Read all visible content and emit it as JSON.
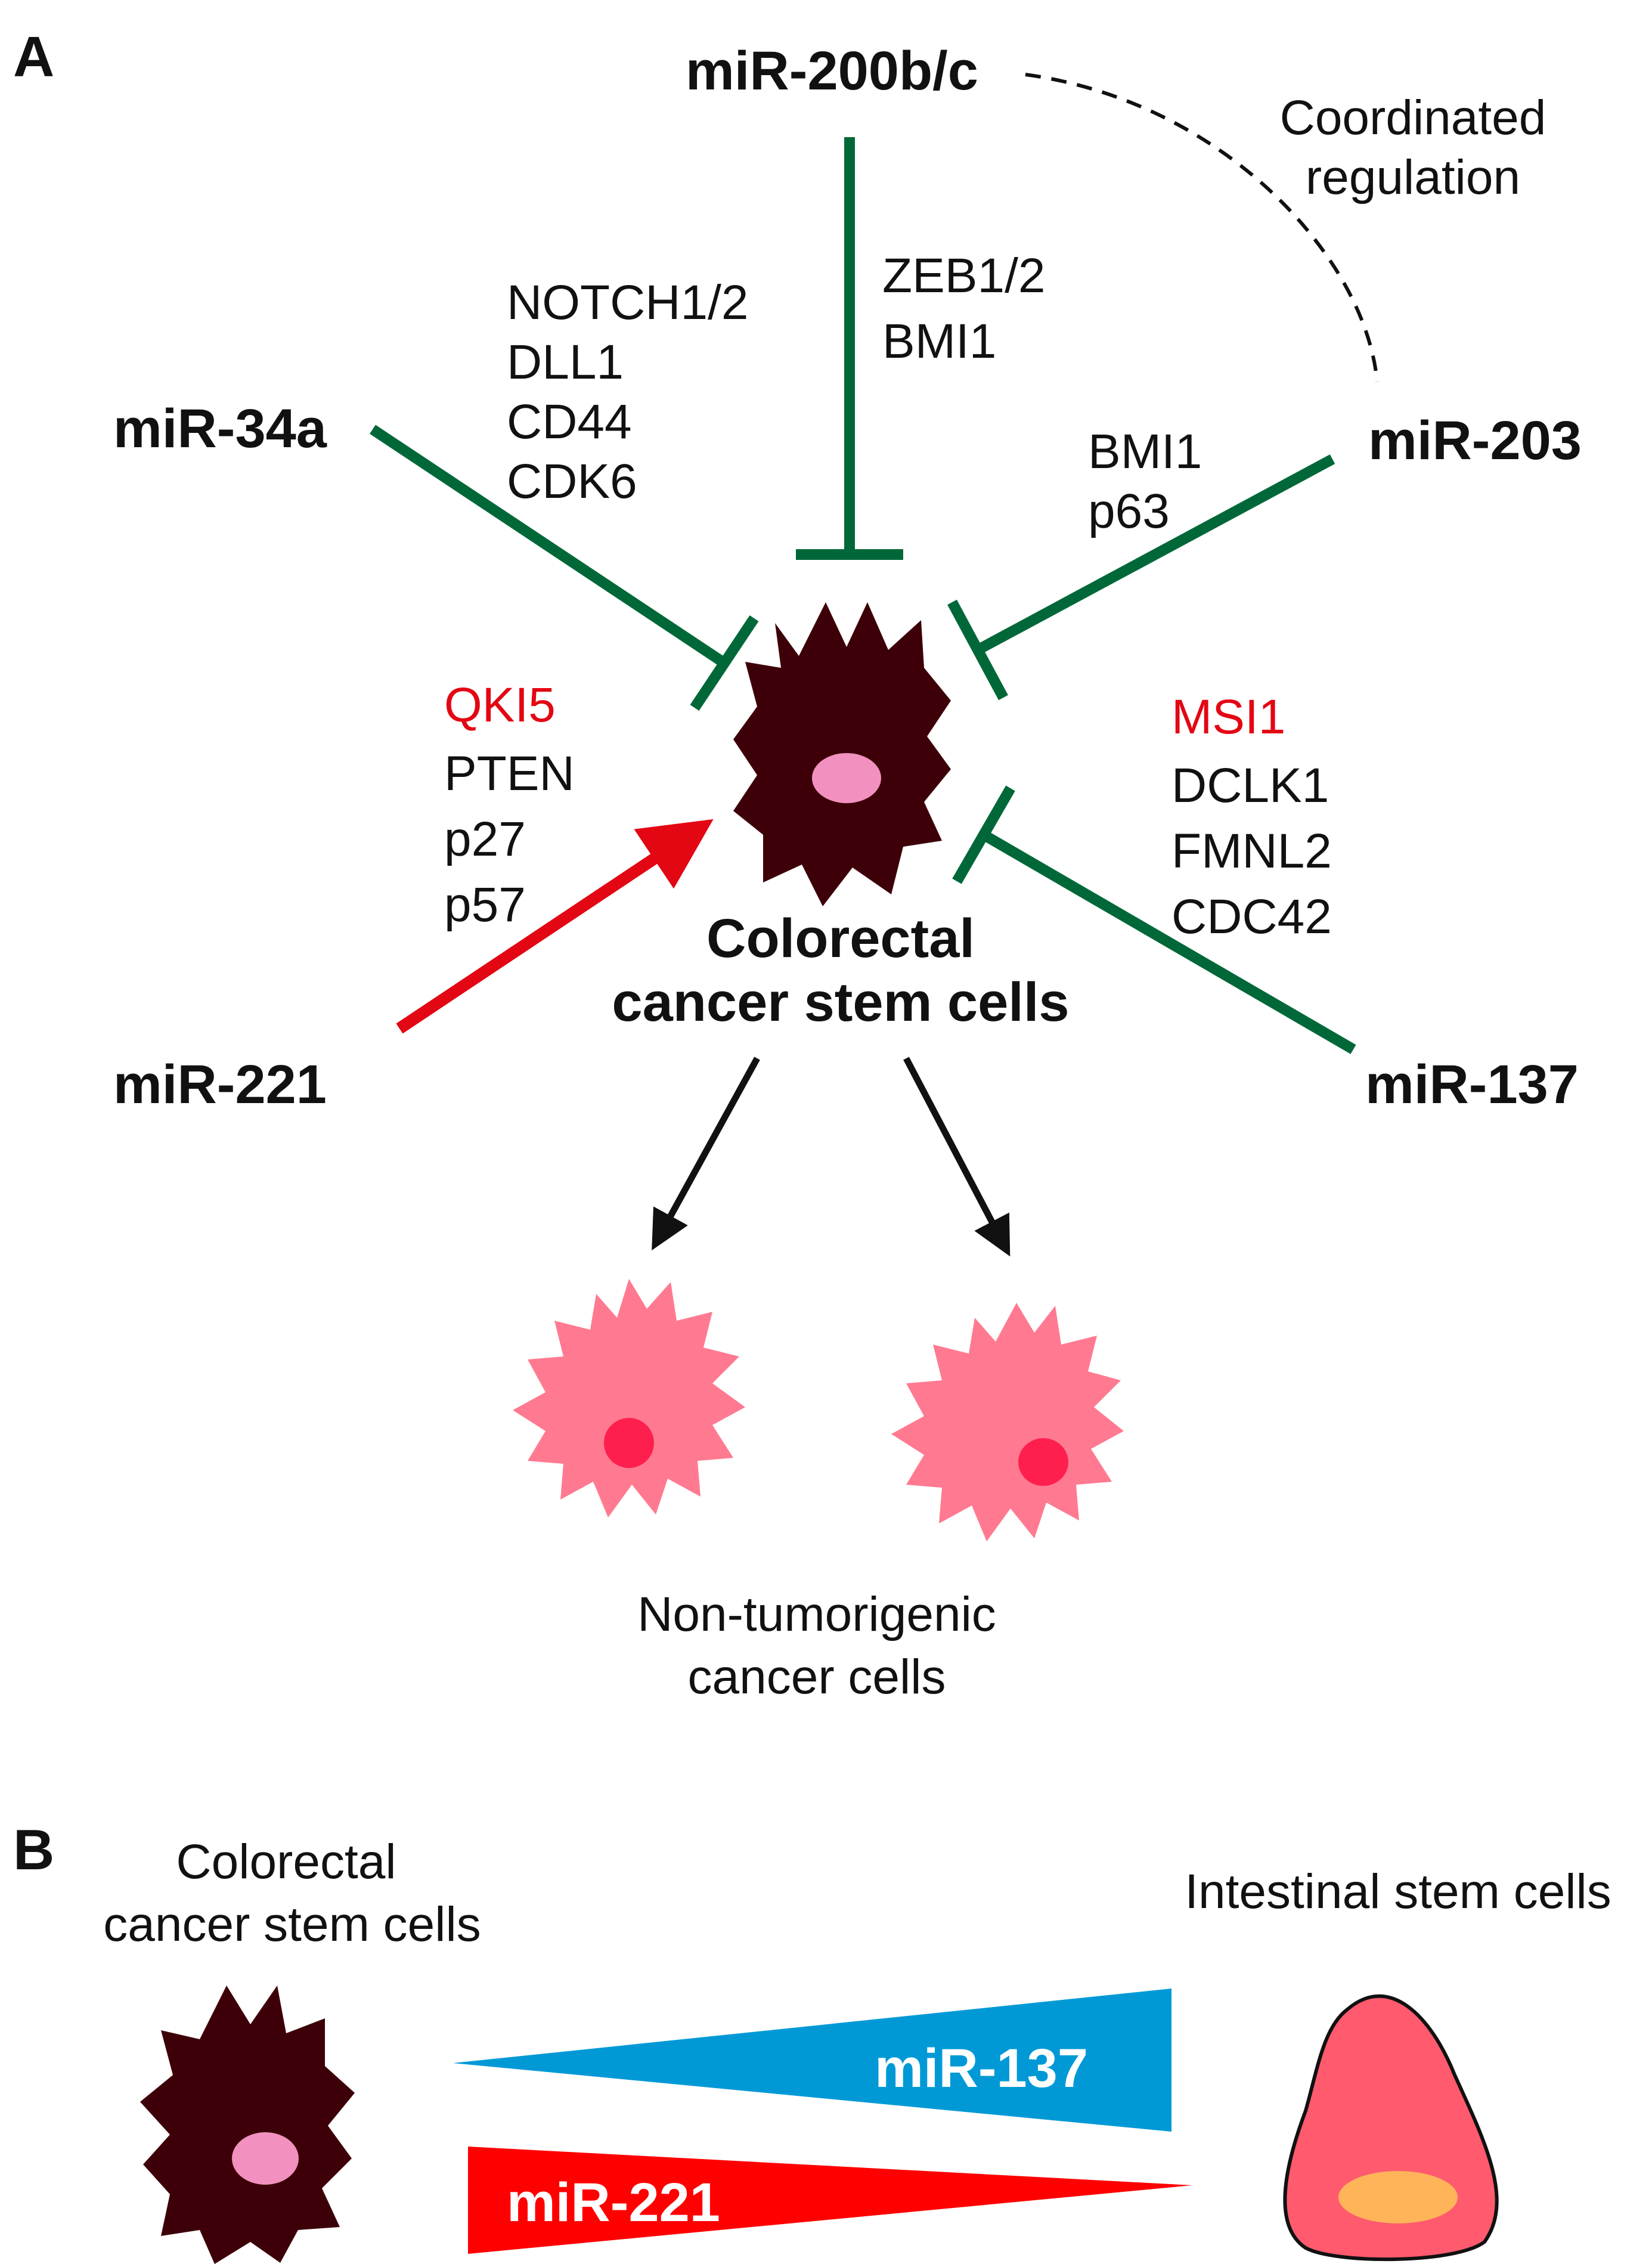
{
  "panel_a": {
    "label": "A",
    "mirnas": {
      "mir200": "miR-200b/c",
      "mir34a": "miR-34a",
      "mir203": "miR-203",
      "mir221": "miR-221",
      "mir137": "miR-137"
    },
    "targets": {
      "mir200": [
        "ZEB1/2",
        "BMI1"
      ],
      "mir34a": [
        "NOTCH1/2",
        "DLL1",
        "CD44",
        "CDK6"
      ],
      "mir203": [
        "BMI1",
        "p63"
      ],
      "mir221_highlight": "QKI5",
      "mir221": [
        "PTEN",
        "p27",
        "p57"
      ],
      "mir137_highlight": "MSI1",
      "mir137": [
        "DCLK1",
        "FMNL2",
        "CDC42"
      ]
    },
    "coordinated_regulation": [
      "Coordinated",
      "regulation"
    ],
    "center_label": [
      "Colorectal",
      "cancer stem cells"
    ],
    "progeny_label": [
      "Non-tumorigenic",
      "cancer cells"
    ],
    "colors": {
      "inhibition": "#006838",
      "activation": "#e30613",
      "csc_cell": "#3d0008",
      "csc_nucleus": "#f291c0",
      "progeny_cell": "#ff7a90",
      "progeny_nucleus": "#ff1f4f"
    }
  },
  "panel_b": {
    "label": "B",
    "left_label": [
      "Colorectal",
      "cancer stem cells"
    ],
    "right_label": "Intestinal stem cells",
    "mir137_label": "miR-137",
    "mir221_label": "miR-221",
    "colors": {
      "mir137_wedge": "#0099d6",
      "mir221_wedge": "#ff0000",
      "isc_cell": "#ff5a6e",
      "isc_nucleus": "#ffb45a"
    }
  }
}
